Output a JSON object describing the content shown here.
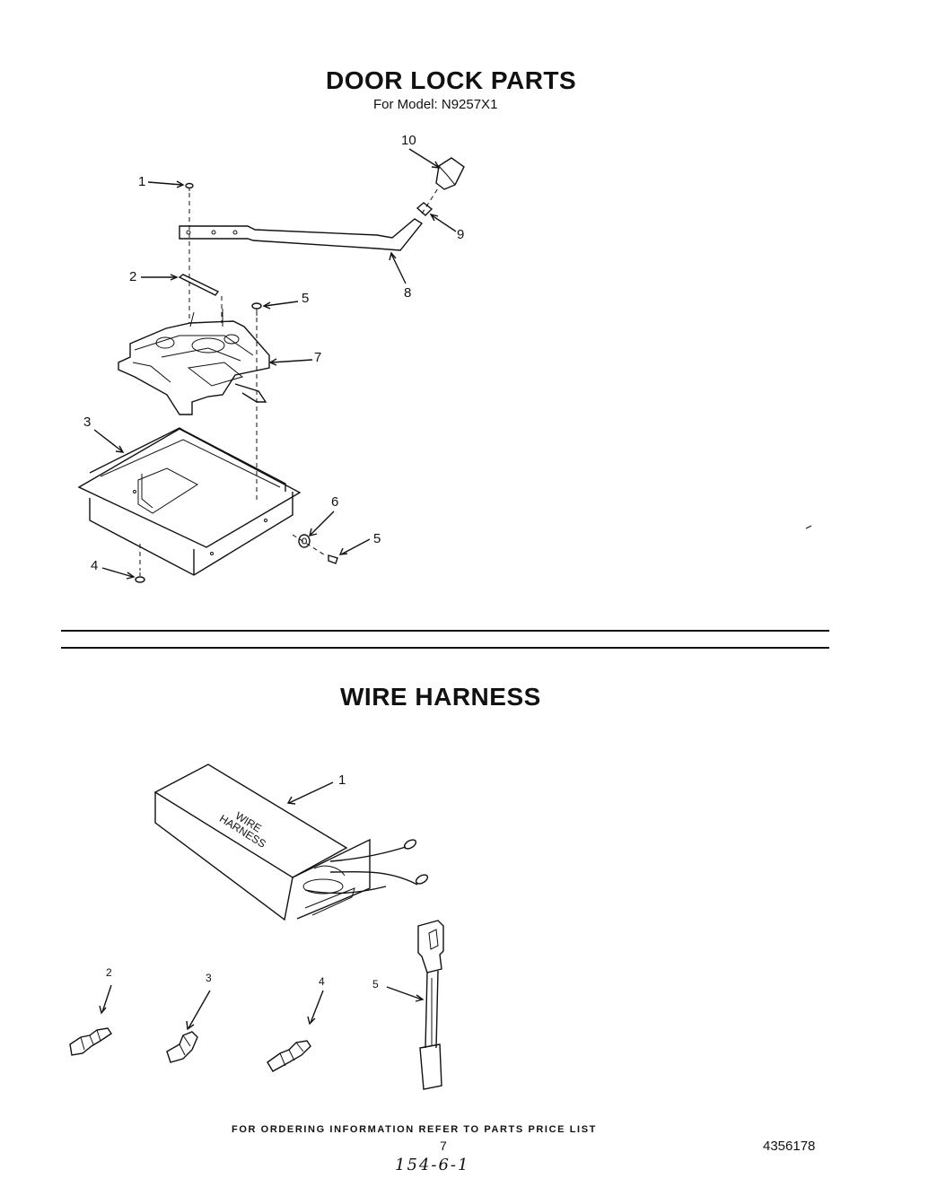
{
  "door_lock": {
    "title": "DOOR LOCK PARTS",
    "model": "For Model: N9257X1",
    "callouts": {
      "c1": "1",
      "c2": "2",
      "c3": "3",
      "c4": "4",
      "c5a": "5",
      "c5b": "5",
      "c6": "6",
      "c7": "7",
      "c8": "8",
      "c9": "9",
      "c10": "10"
    }
  },
  "wire_harness": {
    "title": "WIRE HARNESS",
    "box_text": "WIRE HARNESS",
    "callouts": {
      "c1": "1",
      "c2": "2",
      "c3": "3",
      "c4": "4",
      "c5": "5"
    }
  },
  "footer": {
    "ordering": "FOR ORDERING INFORMATION REFER TO PARTS PRICE LIST",
    "page_number": "7",
    "document_number": "4356178",
    "handwritten_note": "154-6-1"
  }
}
